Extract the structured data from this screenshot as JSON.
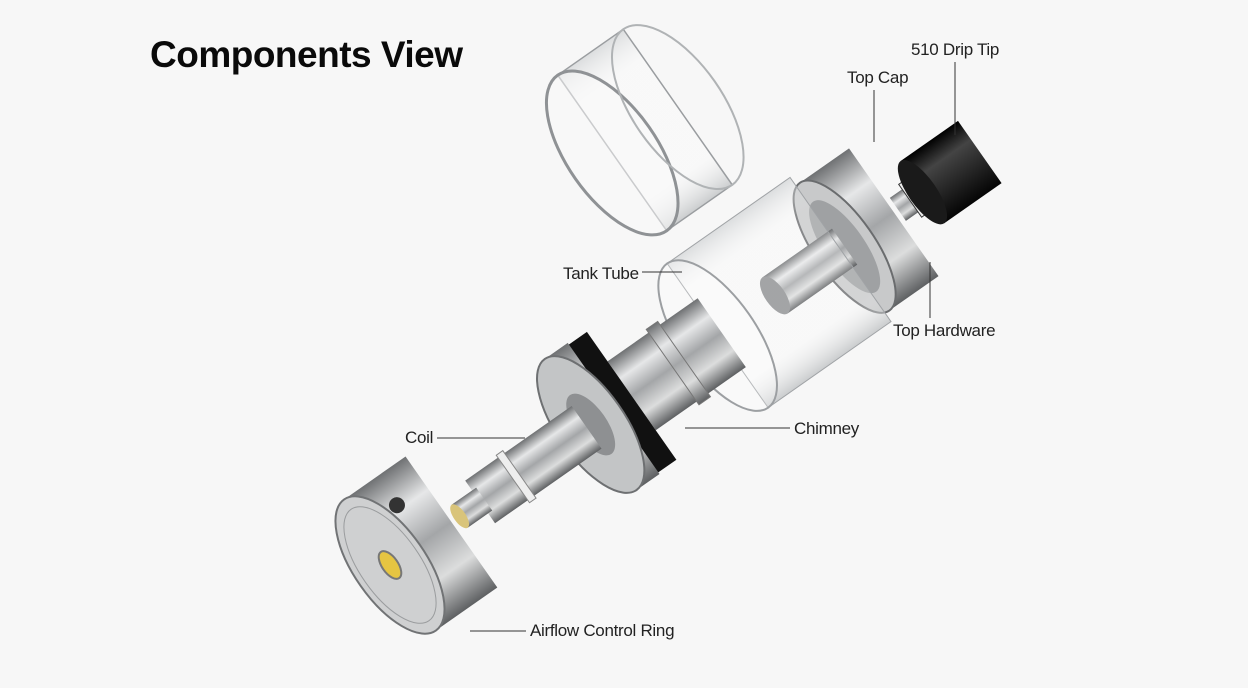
{
  "title": "Components View",
  "labels": {
    "drip_tip": "510 Drip Tip",
    "top_cap": "Top Cap",
    "tank_tube": "Tank Tube",
    "top_hardware": "Top Hardware",
    "chimney": "Chimney",
    "coil": "Coil",
    "airflow_ring": "Airflow Control Ring"
  },
  "colors": {
    "background": "#f7f7f7",
    "text": "#222222",
    "metal": "#a9abad",
    "drip_tip": "#111111"
  }
}
